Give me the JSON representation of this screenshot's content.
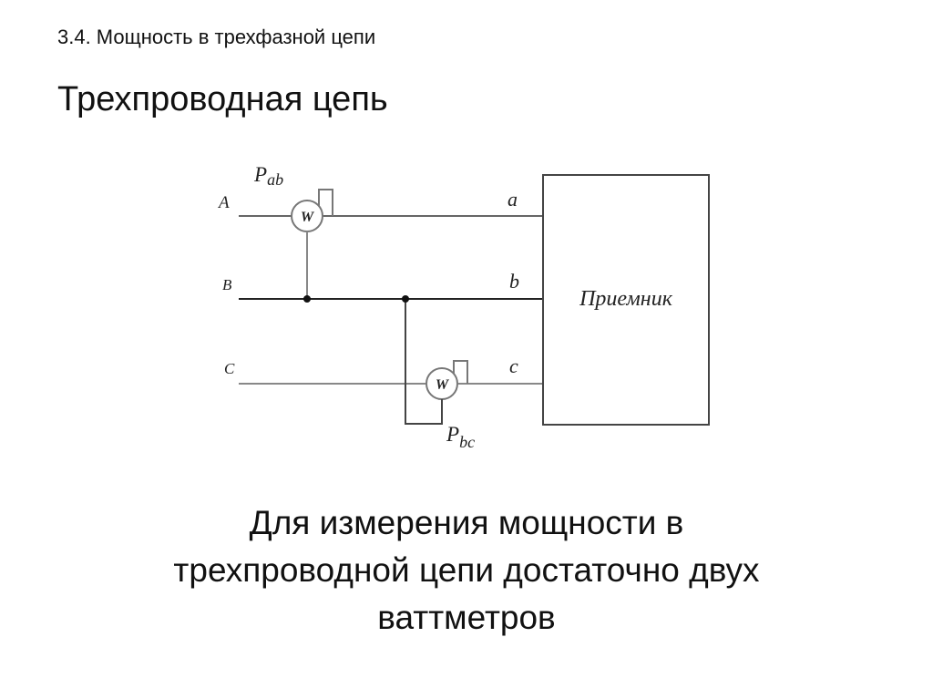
{
  "header": {
    "breadcrumb": "3.4. Мощность в трехфазной цепи",
    "title": "Трехпроводная цепь"
  },
  "diagram": {
    "source_labels": [
      "A",
      "B",
      "C"
    ],
    "load_labels": [
      "a",
      "b",
      "c"
    ],
    "wattmeter_symbol": "W",
    "wattmeter_1": {
      "label_main": "P",
      "label_sub": "ab"
    },
    "wattmeter_2": {
      "label_main": "P",
      "label_sub": "bc"
    },
    "receiver_label": "Приемник"
  },
  "caption": {
    "line1": "Для измерения мощности в",
    "line2": "трехпроводной цепи достаточно двух",
    "line3": "ваттметров"
  }
}
